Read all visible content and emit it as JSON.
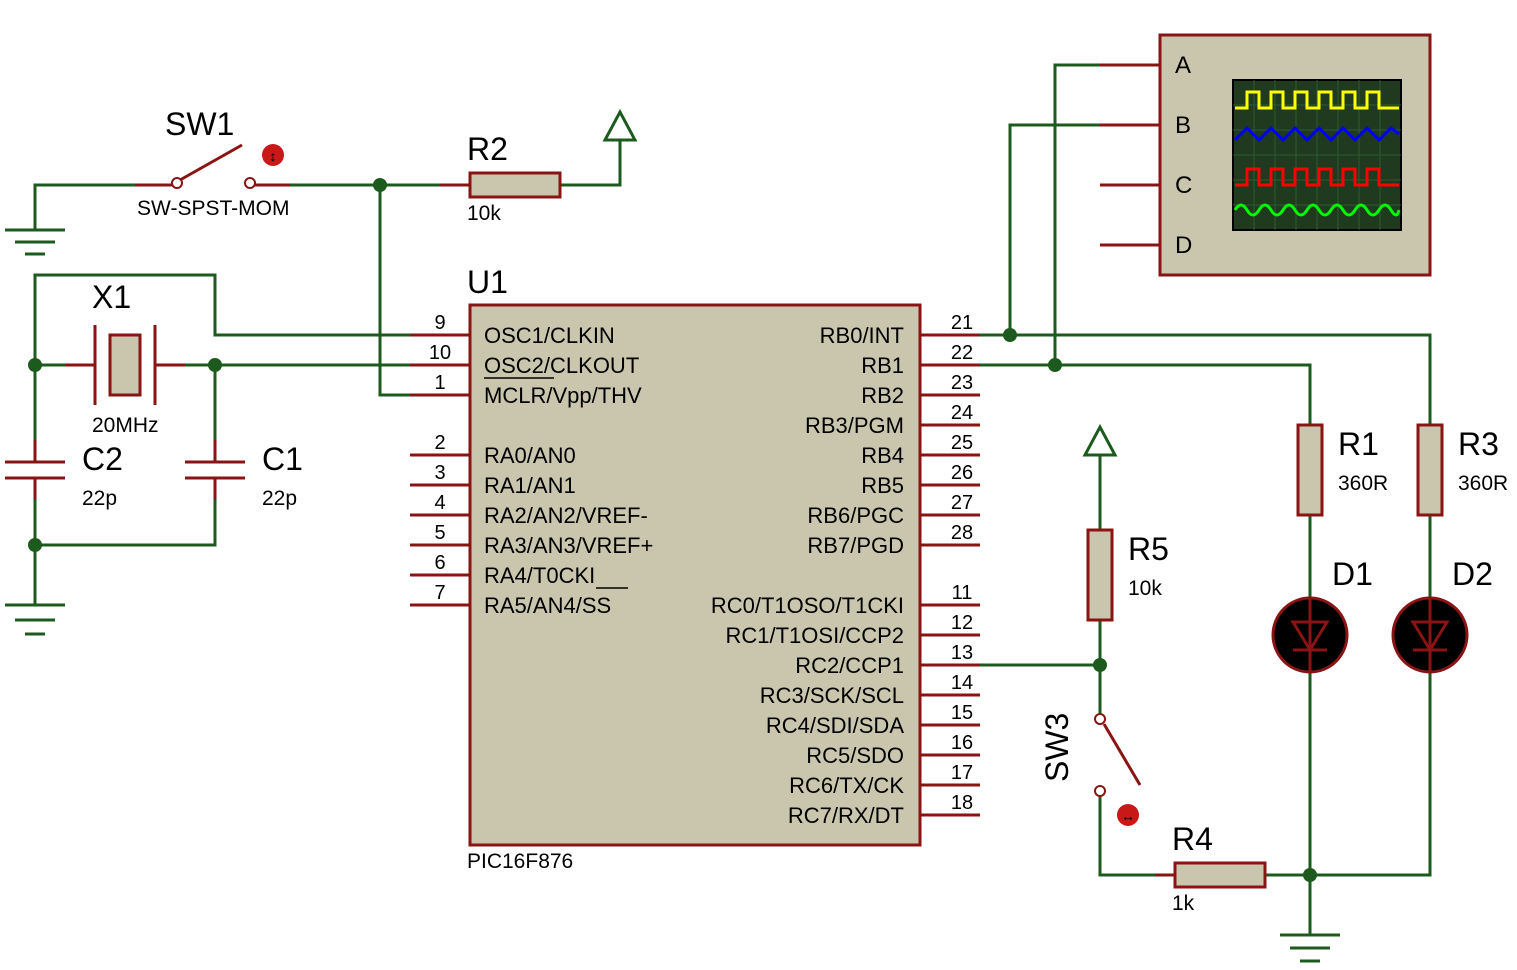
{
  "components": {
    "sw1": {
      "ref": "SW1",
      "type": "SW-SPST-MOM"
    },
    "r2": {
      "ref": "R2",
      "value": "10k"
    },
    "x1": {
      "ref": "X1",
      "value": "20MHz"
    },
    "c1": {
      "ref": "C1",
      "value": "22p"
    },
    "c2": {
      "ref": "C2",
      "value": "22p"
    },
    "u1": {
      "ref": "U1",
      "part": "PIC16F876"
    },
    "r1": {
      "ref": "R1",
      "value": "360R"
    },
    "r3": {
      "ref": "R3",
      "value": "360R"
    },
    "r5": {
      "ref": "R5",
      "value": "10k"
    },
    "r4": {
      "ref": "R4",
      "value": "1k"
    },
    "d1": {
      "ref": "D1"
    },
    "d2": {
      "ref": "D2"
    },
    "sw3": {
      "ref": "SW3"
    }
  },
  "u1_left_pins": [
    {
      "num": "9",
      "name": "OSC1/CLKIN"
    },
    {
      "num": "10",
      "name": "OSC2/CLKOUT"
    },
    {
      "num": "1",
      "name": "MCLR/Vpp/THV"
    },
    {
      "num": "2",
      "name": "RA0/AN0"
    },
    {
      "num": "3",
      "name": "RA1/AN1"
    },
    {
      "num": "4",
      "name": "RA2/AN2/VREF-"
    },
    {
      "num": "5",
      "name": "RA3/AN3/VREF+"
    },
    {
      "num": "6",
      "name": "RA4/T0CKI"
    },
    {
      "num": "7",
      "name": "RA5/AN4/SS"
    }
  ],
  "u1_right_pins": [
    {
      "num": "21",
      "name": "RB0/INT"
    },
    {
      "num": "22",
      "name": "RB1"
    },
    {
      "num": "23",
      "name": "RB2"
    },
    {
      "num": "24",
      "name": "RB3/PGM"
    },
    {
      "num": "25",
      "name": "RB4"
    },
    {
      "num": "26",
      "name": "RB5"
    },
    {
      "num": "27",
      "name": "RB6/PGC"
    },
    {
      "num": "28",
      "name": "RB7/PGD"
    },
    {
      "num": "11",
      "name": "RC0/T1OSO/T1CKI"
    },
    {
      "num": "12",
      "name": "RC1/T1OSI/CCP2"
    },
    {
      "num": "13",
      "name": "RC2/CCP1"
    },
    {
      "num": "14",
      "name": "RC3/SCK/SCL"
    },
    {
      "num": "15",
      "name": "RC4/SDI/SDA"
    },
    {
      "num": "16",
      "name": "RC5/SDO"
    },
    {
      "num": "17",
      "name": "RC6/TX/CK"
    },
    {
      "num": "18",
      "name": "RC7/RX/DT"
    }
  ],
  "scope_channels": [
    "A",
    "B",
    "C",
    "D"
  ],
  "trace_colors": [
    "#ffff00",
    "#0000ff",
    "#ff0000",
    "#00ff00"
  ],
  "colors": {
    "wire": "#1d5a1d",
    "pin": "#8a1414",
    "body": "#c9c6ad"
  }
}
